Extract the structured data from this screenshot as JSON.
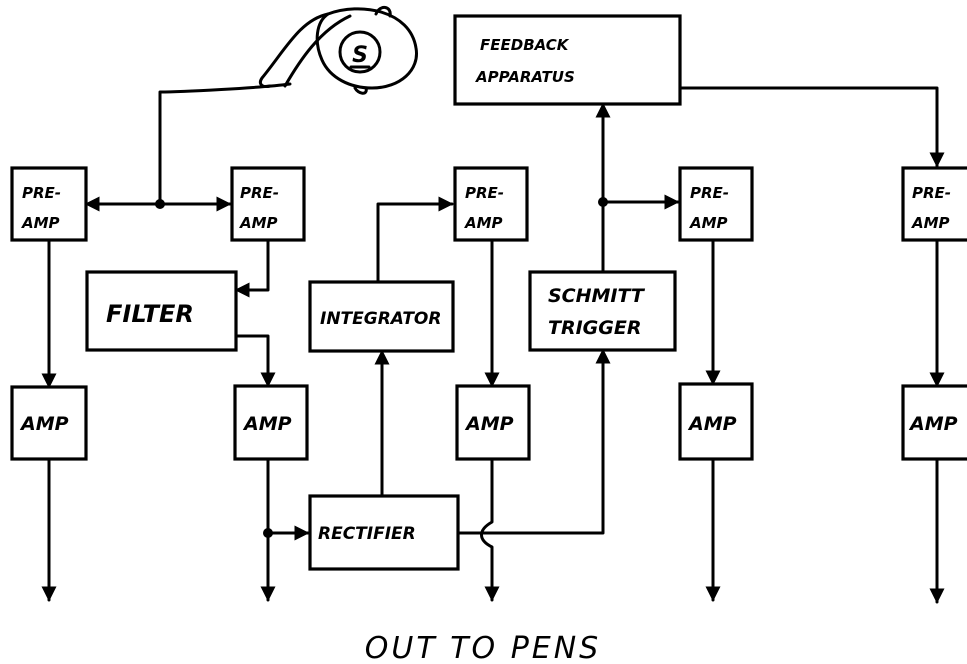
{
  "blocks": {
    "subject": {
      "label": "S"
    },
    "feedback": {
      "line1": "FEEDBACK",
      "line2": "APPARATUS"
    },
    "preamps": [
      {
        "line1": "PRE-",
        "line2": "AMP"
      },
      {
        "line1": "PRE-",
        "line2": "AMP"
      },
      {
        "line1": "PRE-",
        "line2": "AMP"
      },
      {
        "line1": "PRE-",
        "line2": "AMP"
      },
      {
        "line1": "PRE-",
        "line2": "AMP"
      }
    ],
    "filter": {
      "label": "FILTER"
    },
    "integrator": {
      "label": "INTEGRATOR"
    },
    "schmitt": {
      "line1": "SCHMITT",
      "line2": "TRIGGER"
    },
    "amps": [
      {
        "label": "AMP"
      },
      {
        "label": "AMP"
      },
      {
        "label": "AMP"
      },
      {
        "label": "AMP"
      },
      {
        "label": "AMP"
      }
    ],
    "rectifier": {
      "label": "RECTIFIER"
    }
  },
  "footer": {
    "caption": "OUT TO PENS"
  }
}
